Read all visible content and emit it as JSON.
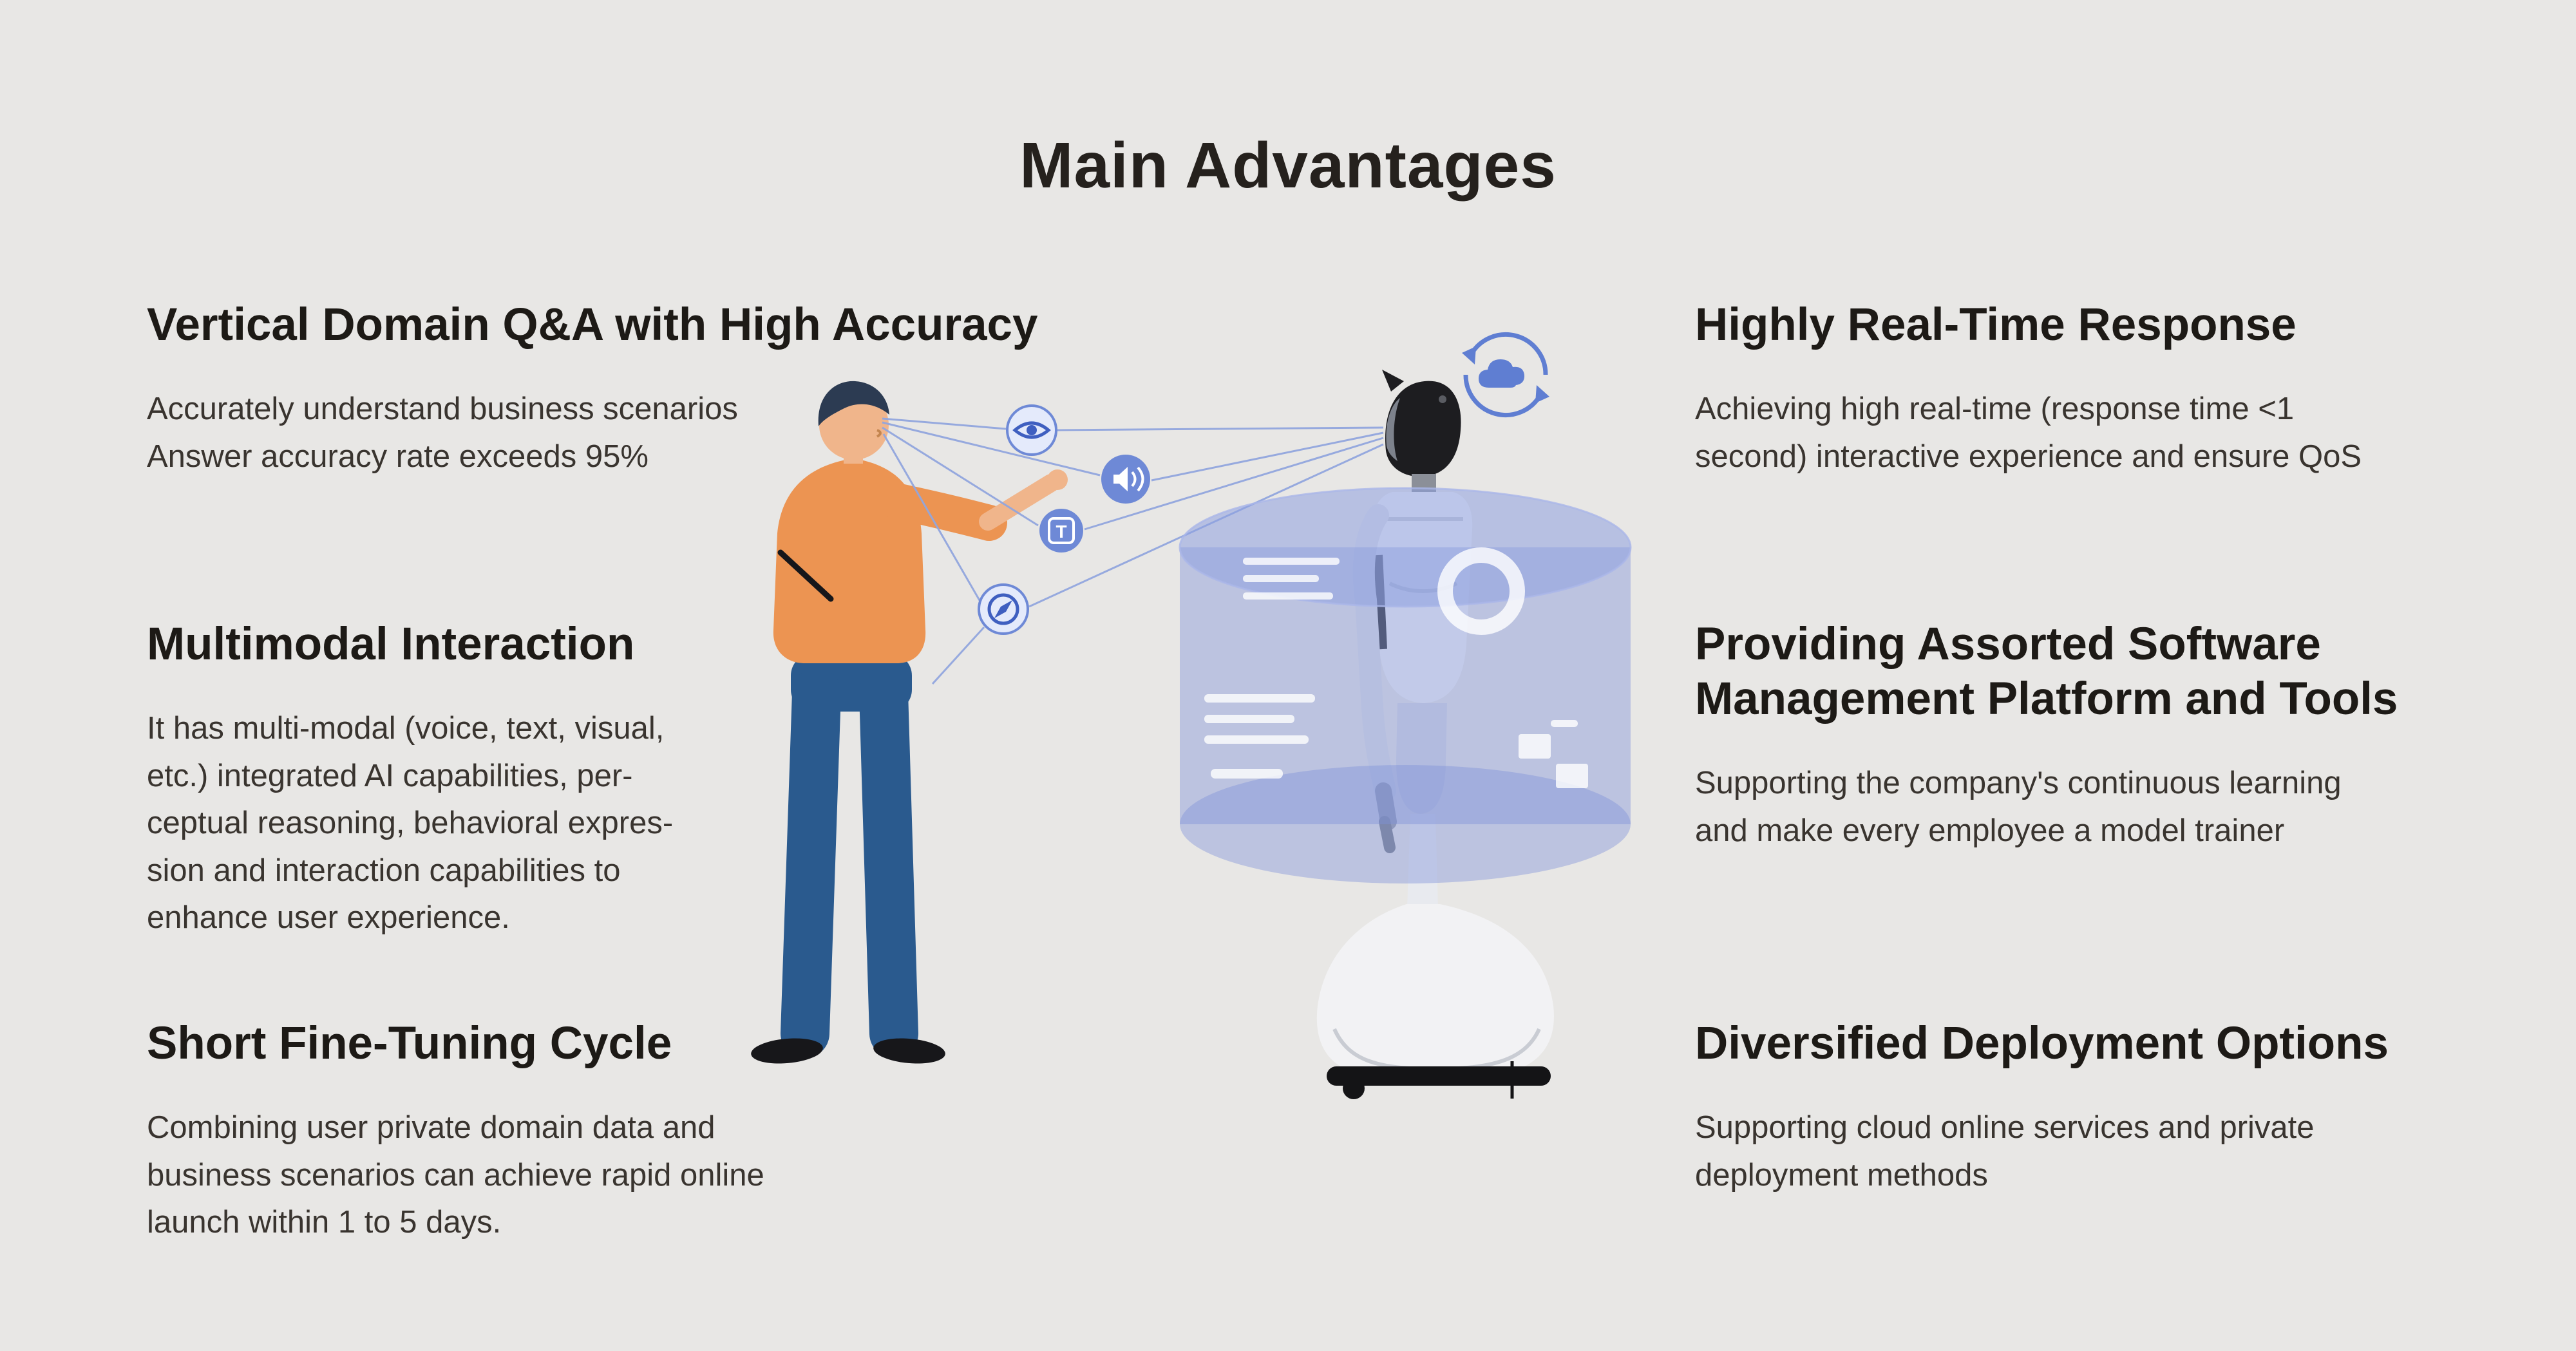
{
  "page": {
    "title": "Main Advantages",
    "background": "#e8e7e5"
  },
  "features": {
    "left": [
      {
        "heading": "Vertical Domain Q&A with High Accuracy",
        "body": "Accurately understand business scenarios\nAnswer accuracy rate exceeds 95%"
      },
      {
        "heading": "Multimodal Interaction",
        "body": "It has multi-modal (voice, text, visual,\netc.) integrated AI capabilities, per-\nceptual reasoning, behavioral expres-\nsion and interaction capabilities to\nenhance user experience."
      },
      {
        "heading": "Short Fine-Tuning Cycle",
        "body": "Combining user private domain data and\nbusiness scenarios can achieve rapid online\nlaunch within 1 to 5 days."
      }
    ],
    "right": [
      {
        "heading": "Highly Real-Time Response",
        "body": "Achieving high real-time (response time <1\nsecond) interactive experience and ensure QoS"
      },
      {
        "heading": "Providing Assorted Software\nManagement Platform and Tools",
        "body": "Supporting the company's continuous learning\nand make every employee a model trainer"
      },
      {
        "heading": "Diversified Deployment Options",
        "body": "Supporting cloud online services and private\ndeployment methods"
      }
    ]
  },
  "illustration": {
    "text_icon_glyph": "T",
    "icons": [
      "eye-icon",
      "voice-icon",
      "text-icon",
      "compass-icon",
      "cloud-sync-icon"
    ],
    "colors": {
      "accent_blue": "#5f7ed2",
      "hologram_blue": "#7e91d8",
      "shirt_orange": "#ec9452",
      "pants_blue": "#2a5a8e",
      "skin": "#f0b58b"
    }
  }
}
